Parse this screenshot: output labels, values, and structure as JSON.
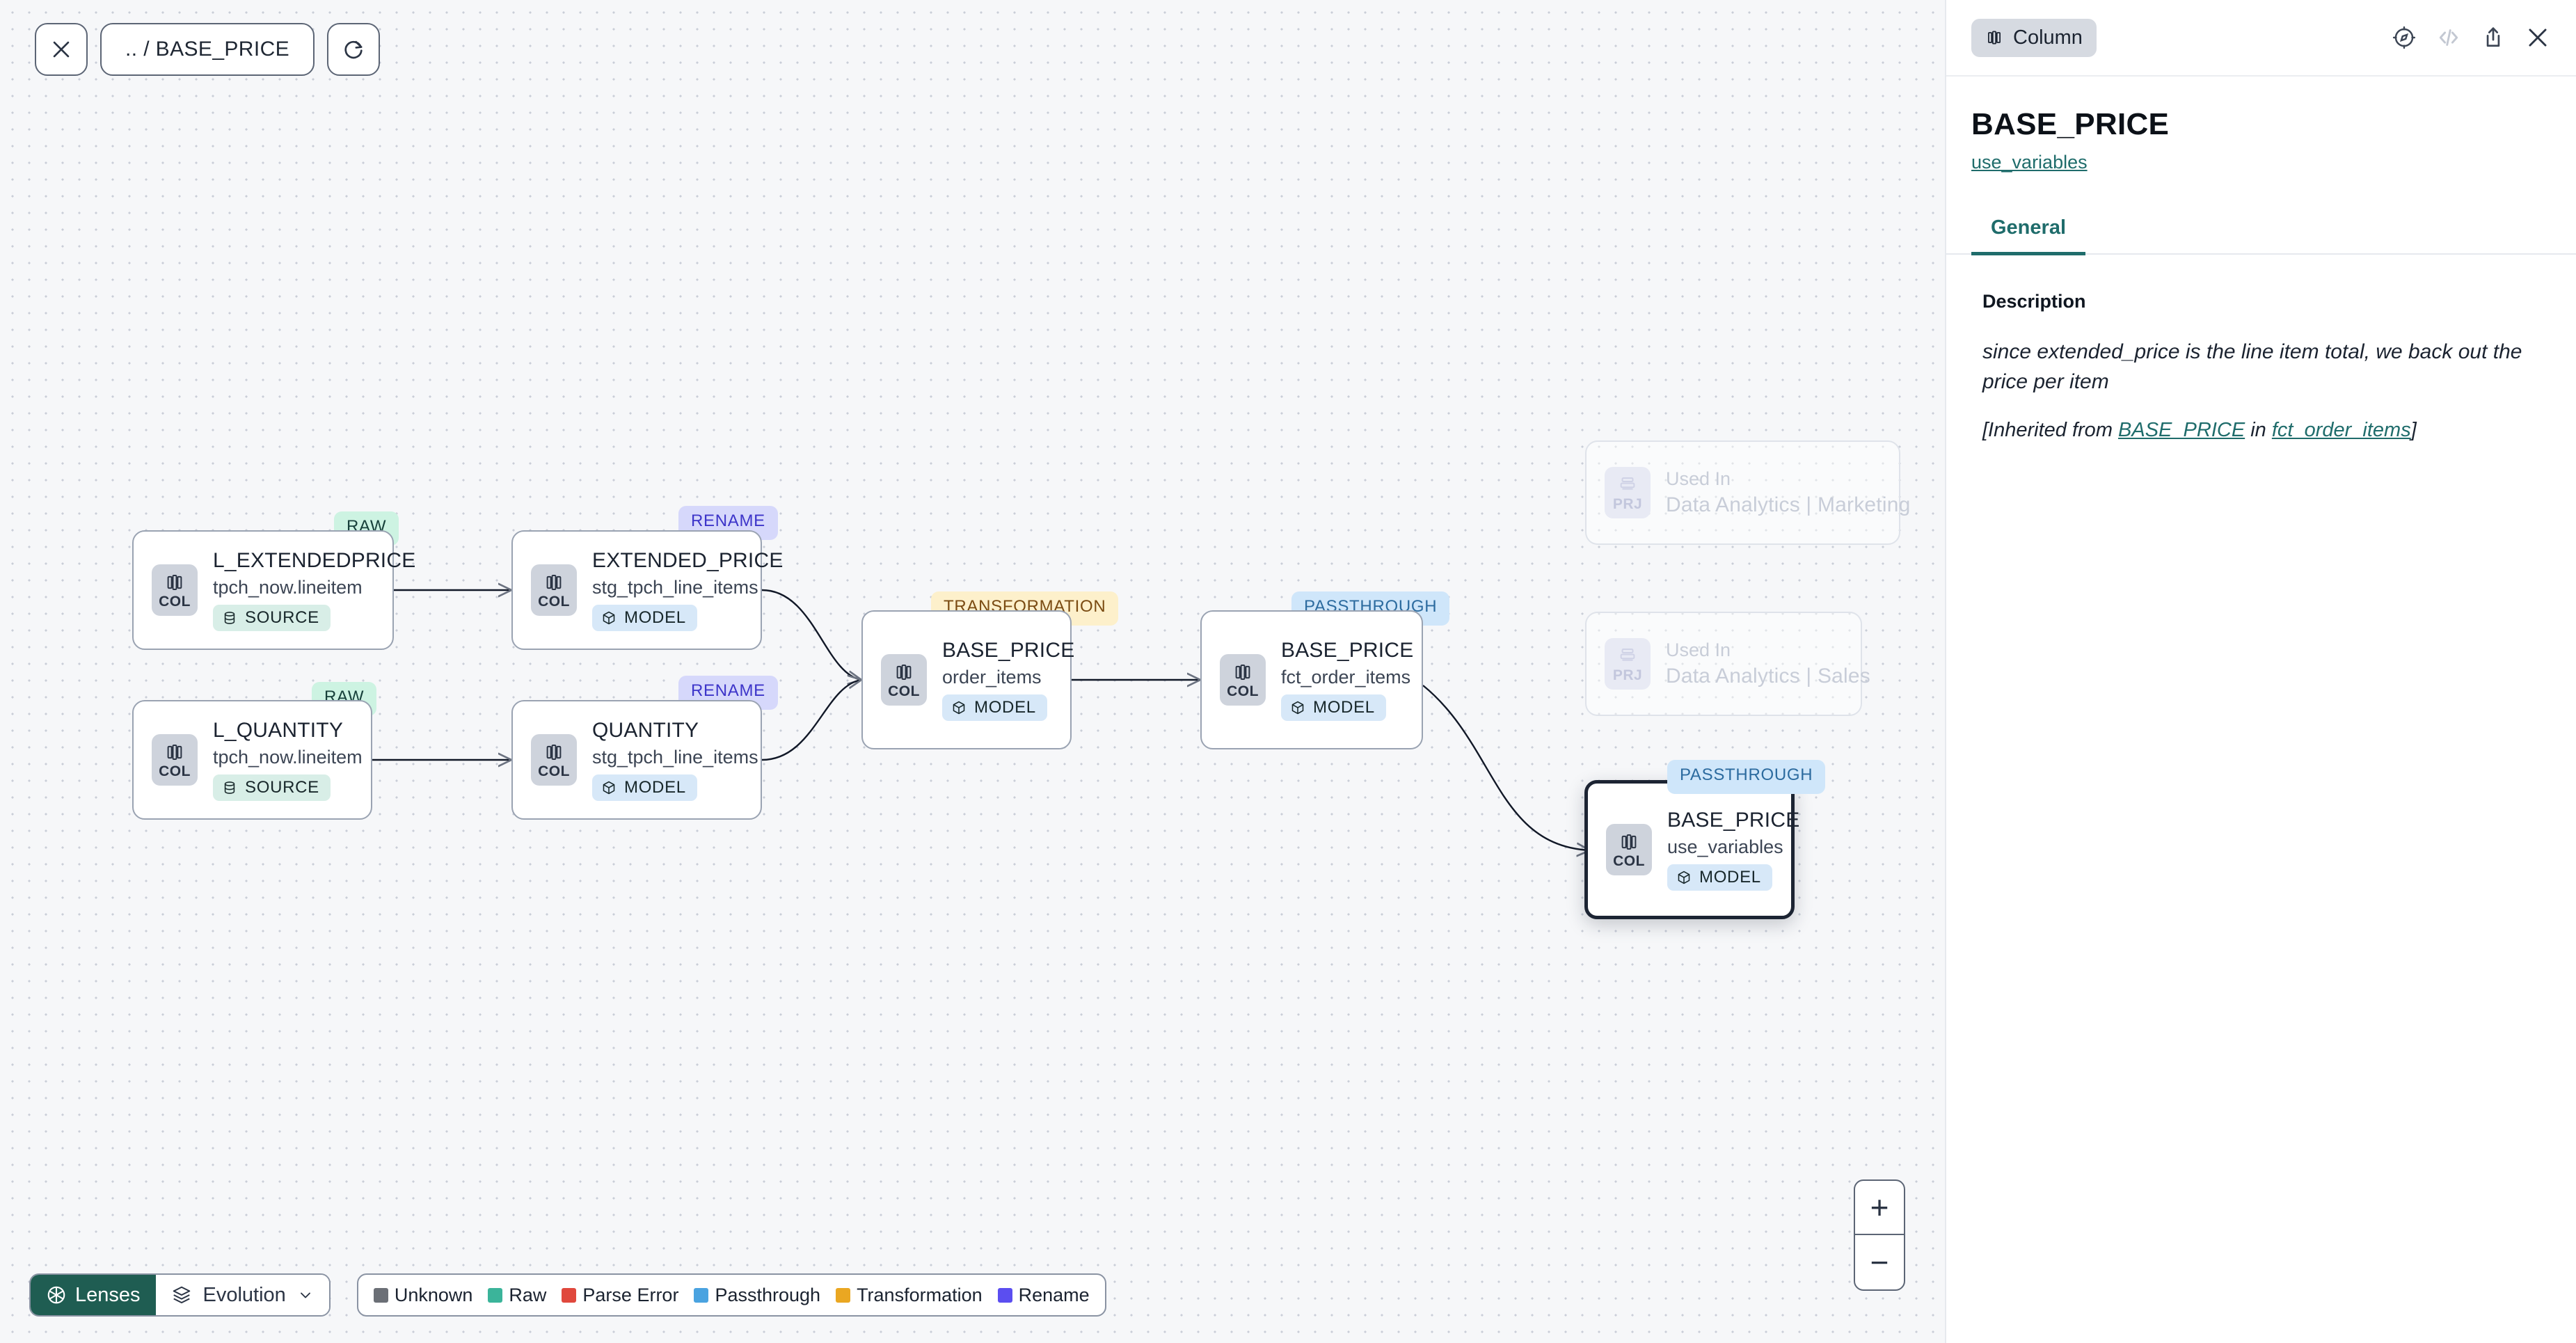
{
  "toolbar": {
    "close_icon": "close-icon",
    "breadcrumb": ".. / BASE_PRICE",
    "refresh_icon": "refresh-icon"
  },
  "canvas": {
    "nodes": [
      {
        "id": "l_extendedprice",
        "title": "L_EXTENDEDPRICE",
        "subtitle": "tpch_now.lineitem",
        "chip": "COL",
        "kind": "SOURCE",
        "kind_icon": "database-icon",
        "ribbon": "RAW",
        "ribbon_type": "raw",
        "selected": false,
        "ghost": false
      },
      {
        "id": "l_quantity",
        "title": "L_QUANTITY",
        "subtitle": "tpch_now.lineitem",
        "chip": "COL",
        "kind": "SOURCE",
        "kind_icon": "database-icon",
        "ribbon": "RAW",
        "ribbon_type": "raw",
        "selected": false,
        "ghost": false
      },
      {
        "id": "extended_price",
        "title": "EXTENDED_PRICE",
        "subtitle": "stg_tpch_line_items",
        "chip": "COL",
        "kind": "MODEL",
        "kind_icon": "cube-icon",
        "ribbon": "RENAME",
        "ribbon_type": "rename",
        "selected": false,
        "ghost": false
      },
      {
        "id": "quantity",
        "title": "QUANTITY",
        "subtitle": "stg_tpch_line_items",
        "chip": "COL",
        "kind": "MODEL",
        "kind_icon": "cube-icon",
        "ribbon": "RENAME",
        "ribbon_type": "rename",
        "selected": false,
        "ghost": false
      },
      {
        "id": "base_price_order_items",
        "title": "BASE_PRICE",
        "subtitle": "order_items",
        "chip": "COL",
        "kind": "MODEL",
        "kind_icon": "cube-icon",
        "ribbon": "TRANSFORMATION",
        "ribbon_type": "transformation",
        "selected": false,
        "ghost": false
      },
      {
        "id": "base_price_fct_order_items",
        "title": "BASE_PRICE",
        "subtitle": "fct_order_items",
        "chip": "COL",
        "kind": "MODEL",
        "kind_icon": "cube-icon",
        "ribbon": "PASSTHROUGH",
        "ribbon_type": "passthrough",
        "selected": false,
        "ghost": false
      },
      {
        "id": "base_price_use_variables",
        "title": "BASE_PRICE",
        "subtitle": "use_variables",
        "chip": "COL",
        "kind": "MODEL",
        "kind_icon": "cube-icon",
        "ribbon": "PASSTHROUGH",
        "ribbon_type": "passthrough",
        "selected": true,
        "ghost": false
      },
      {
        "id": "used_in_marketing",
        "title": "Used In",
        "subtitle": "Data Analytics | Marketing",
        "chip": "PRJ",
        "kind": "",
        "kind_icon": "",
        "ribbon": "",
        "ribbon_type": "",
        "selected": false,
        "ghost": true
      },
      {
        "id": "used_in_sales",
        "title": "Used In",
        "subtitle": "Data Analytics | Sales",
        "chip": "PRJ",
        "kind": "",
        "kind_icon": "",
        "ribbon": "",
        "ribbon_type": "",
        "selected": false,
        "ghost": true
      }
    ],
    "zoom_in": "+",
    "zoom_out": "−"
  },
  "bottom_bar": {
    "lenses_label": "Lenses",
    "lenses_icon": "aperture-icon",
    "evolution_label": "Evolution",
    "evolution_icon": "layers-icon",
    "evolution_caret": "chevron-down-icon",
    "legend": [
      {
        "label": "Unknown",
        "color": "#6b6f76"
      },
      {
        "label": "Raw",
        "color": "#3bb49a"
      },
      {
        "label": "Parse Error",
        "color": "#e0483d"
      },
      {
        "label": "Passthrough",
        "color": "#4aa3e0"
      },
      {
        "label": "Transformation",
        "color": "#eaa722"
      },
      {
        "label": "Rename",
        "color": "#5b4ef0"
      }
    ]
  },
  "panel": {
    "type_badge": "Column",
    "type_badge_icon": "column-icon",
    "icons": {
      "compass": "compass-icon",
      "code": "code-icon",
      "share": "share-icon",
      "close": "close-icon"
    },
    "title": "BASE_PRICE",
    "link": "use_variables",
    "tabs": [
      {
        "label": "General",
        "active": true
      }
    ],
    "description": {
      "heading": "Description",
      "body": "since extended_price is the line item total, we back out the price per item",
      "inherited_prefix": "[Inherited from ",
      "inherited_link_1": "BASE_PRICE",
      "inherited_mid": " in ",
      "inherited_link_2": "fct_order_items",
      "inherited_suffix": "]"
    }
  },
  "colors": {
    "accent_teal": "#1f6c6b",
    "lenses_green": "#1f5d52",
    "canvas_bg": "#f6f7f9"
  }
}
